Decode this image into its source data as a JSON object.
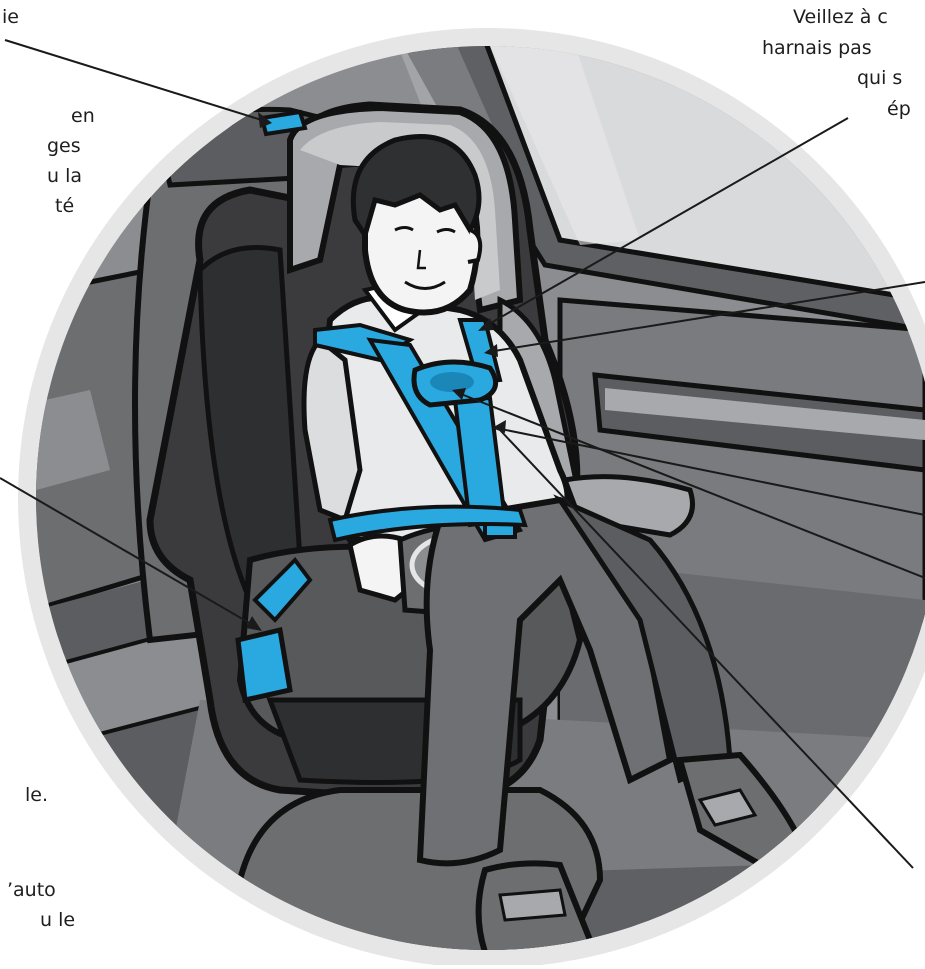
{
  "labels": {
    "top_left": "ie",
    "left_1": "en",
    "left_2": "ges",
    "left_3": "u la",
    "left_4": "té",
    "bottom_left_1": "le.",
    "bottom_left_2": "’auto",
    "bottom_left_3": "u le",
    "top_right_1": "Veillez à c",
    "top_right_2": "harnais pas",
    "top_right_3": "qui s",
    "top_right_4": "ép"
  },
  "colors": {
    "ring": "#e6e6e6",
    "harness": "#29a9e0",
    "harness_dark": "#1b86b8",
    "seat_dark": "#3b3b3d",
    "seat_mid": "#6d6e70",
    "seat_light": "#a7a9ac",
    "interior": "#8a8b8e",
    "shirt": "#e9eaeb",
    "pants": "#6e7073",
    "skin": "#f4f4f4",
    "hair": "#2f3032",
    "outline": "#111111",
    "leader": "#1a1a1a"
  }
}
